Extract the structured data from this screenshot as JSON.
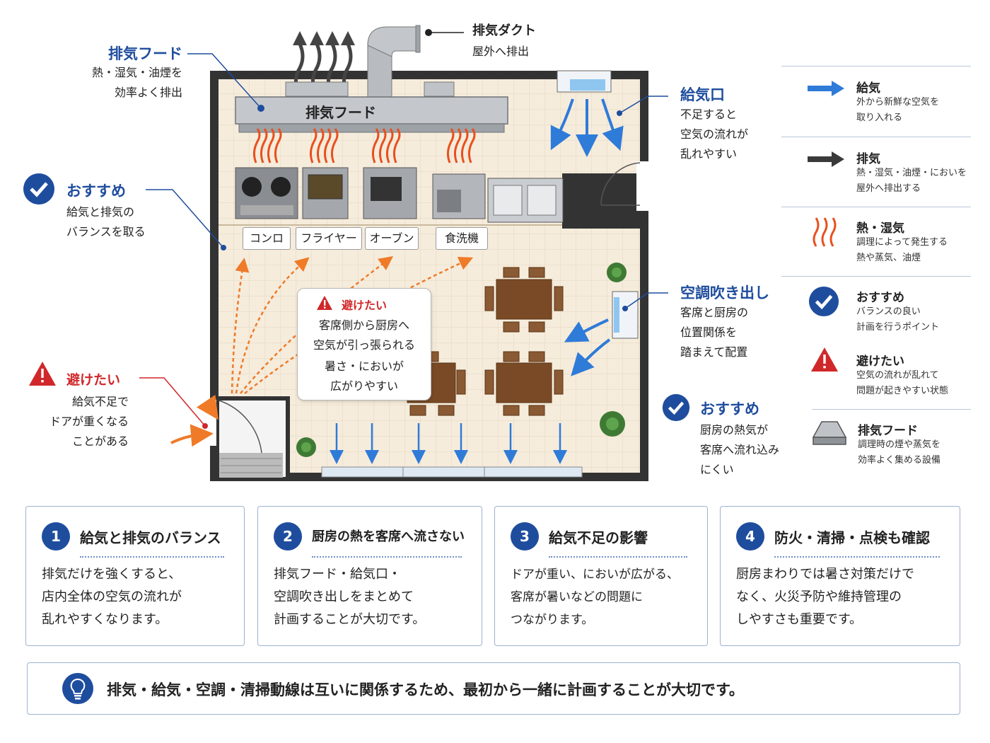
{
  "exhaust_duct": {
    "title": "排気ダクト",
    "desc": "屋外へ排出"
  },
  "hood_label": {
    "title": "排気フード",
    "desc": "熱・湿気・油煙を\n効率よく排出"
  },
  "hood_bar_text": "排気フード",
  "recommend_left": {
    "title": "おすすめ",
    "desc": "給気と排気の\nバランスを取る"
  },
  "avoid_left": {
    "title": "避けたい",
    "desc": "給気不足で\nドアが重くなる\nことがある"
  },
  "supply_vent": {
    "title": "給気口",
    "desc": "不足すると\n空気の流れが\n乱れやすい"
  },
  "ac_outlet": {
    "title": "空調吹き出し",
    "desc": "客席と厨房の\n位置関係を\n踏まえて配置"
  },
  "recommend_right": {
    "title": "おすすめ",
    "desc": "厨房の熱気が\n客席へ流れ込み\nにくい"
  },
  "equipment_tags": [
    "コンロ",
    "フライヤー",
    "オーブン",
    "食洗機"
  ],
  "callout": {
    "title": "避けたい",
    "line1": "客席側から厨房へ\n空気が引っ張られる",
    "line2": "暑さ・においが\n広がりやすい"
  },
  "legend": [
    {
      "icon": "blue-arrow-icon",
      "title": "給気",
      "desc": "外から新鮮な空気を\n取り入れる"
    },
    {
      "icon": "dark-arrow-icon",
      "title": "排気",
      "desc": "熱・湿気・油煙・においを\n屋外へ排出する"
    },
    {
      "icon": "heat-wave-icon",
      "title": "熱・湿気",
      "desc": "調理によって発生する\n熱や蒸気、油煙"
    },
    {
      "icon": "check-icon",
      "title": "おすすめ",
      "desc": "バランスの良い\n計画を行うポイント"
    },
    {
      "icon": "warning-icon",
      "title": "避けたい",
      "desc": "空気の流れが乱れて\n問題が起きやすい状態"
    },
    {
      "icon": "hood-icon",
      "title": "排気フード",
      "desc": "調理時の煙や蒸気を\n効率よく集める設備"
    }
  ],
  "cards": [
    {
      "num": "1",
      "title": "給気と排気のバランス",
      "body": "排気だけを強くすると、\n店内全体の空気の流れが\n乱れやすくなります。"
    },
    {
      "num": "2",
      "title": "厨房の熱を客席へ流さない",
      "body": "排気フード・給気口・\n空調吹き出しをまとめて\n計画することが大切です。"
    },
    {
      "num": "3",
      "title": "給気不足の影響",
      "body": "ドアが重い、においが広がる、\n客席が暑いなどの問題に\nつながります。"
    },
    {
      "num": "4",
      "title": "防火・清掃・点検も確認",
      "body": "厨房まわりでは暑さ対策だけで\nなく、火災予防や維持管理の\nしやすさも重要です。"
    }
  ],
  "footer": "排気・給気・空調・清掃動線は互いに関係するため、最初から一緒に計画することが大切です。",
  "colors": {
    "accent": "#1f4d9e",
    "warn": "#d0282a",
    "supply": "#2f7bd8",
    "heat": "#e8501e"
  }
}
